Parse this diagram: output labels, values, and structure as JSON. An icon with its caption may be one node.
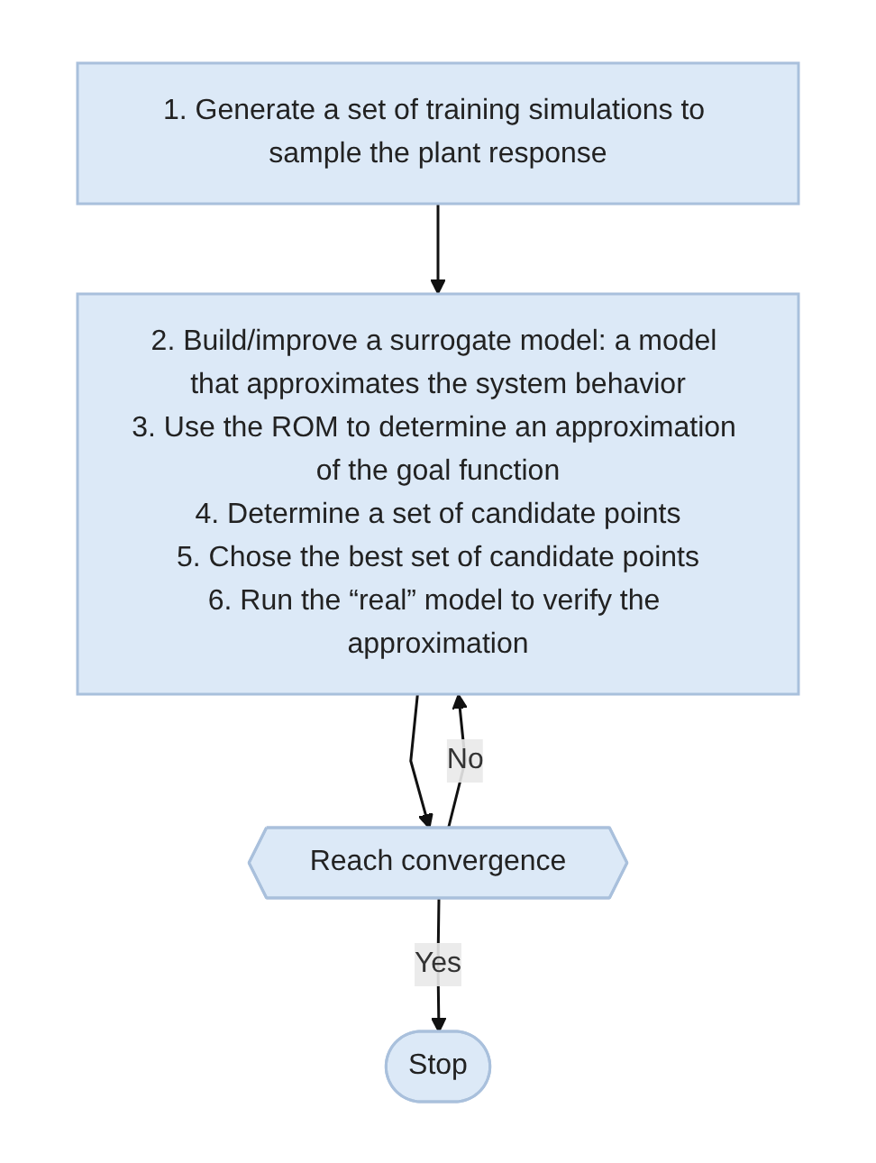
{
  "diagram": {
    "nodes": [
      {
        "text": [
          "1. Generate a set of training simulations to sample the plant response"
        ]
      },
      {
        "text": [
          "2. Build/improve a surrogate model: a model that approximates the system behavior",
          "3. Use the ROM to determine an approximation of the goal function",
          "4. Determine a set of candidate points",
          "5. Chose the best set of candidate points",
          "6. Run the “real” model to verify the approximation"
        ]
      },
      {
        "text": [
          "Reach convergence"
        ]
      },
      {
        "text": [
          "Stop"
        ]
      }
    ],
    "edges": [
      {
        "from": 0,
        "to": 1,
        "arrow": "to"
      },
      {
        "from": 1,
        "to": 2,
        "arrow": "to"
      },
      {
        "from": 2,
        "to": 1,
        "arrow": "to",
        "label": "No"
      },
      {
        "from": 2,
        "to": 3,
        "arrow": "to",
        "label": "Yes"
      }
    ]
  }
}
